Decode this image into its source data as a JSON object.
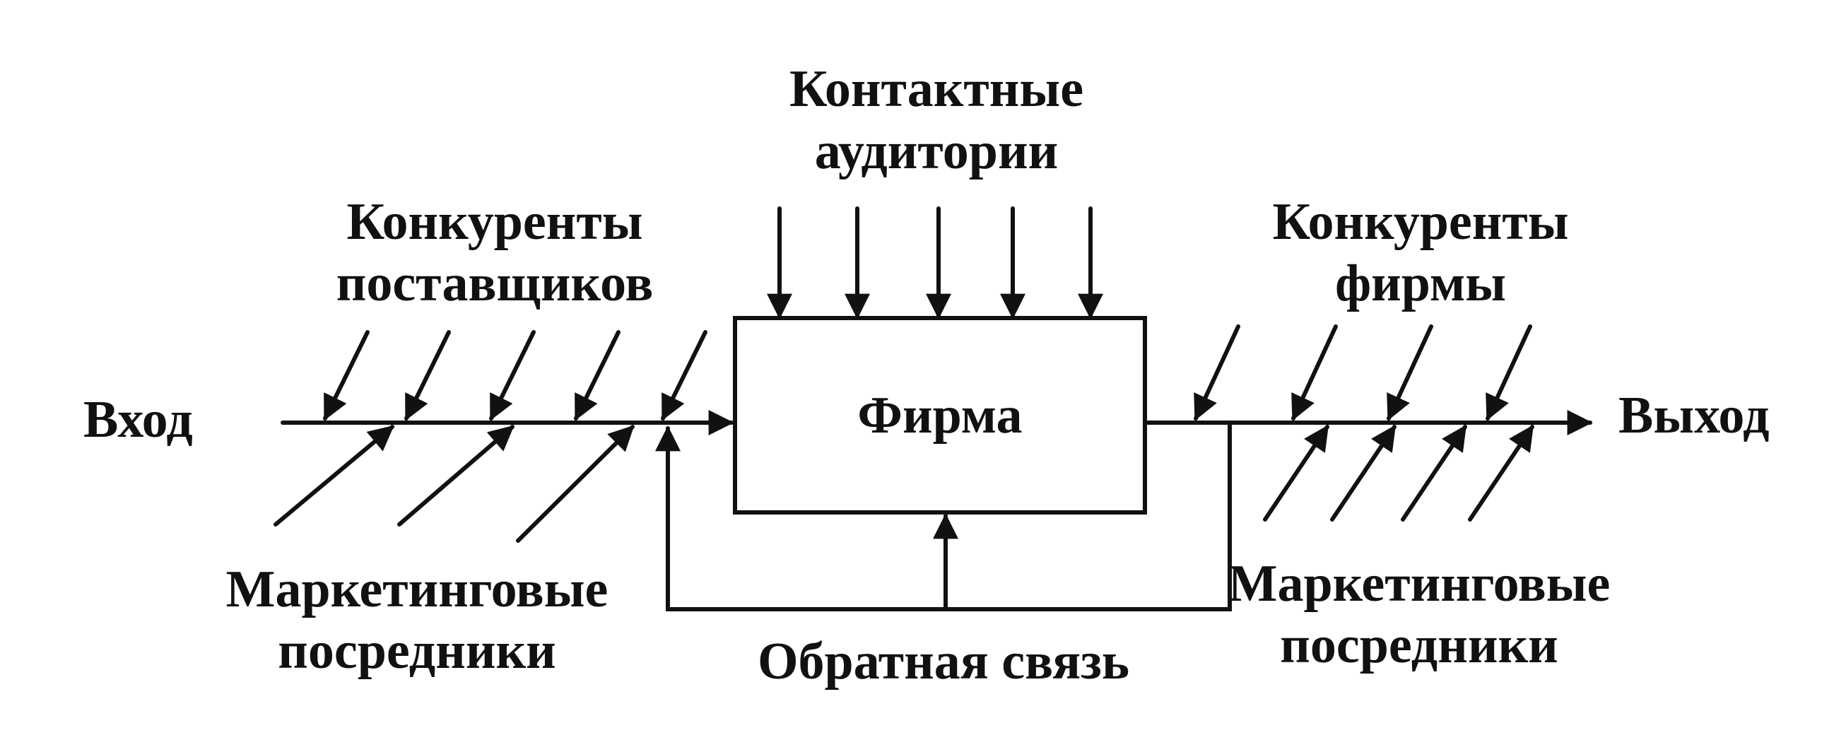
{
  "labels": {
    "input": "Вход",
    "output": "Выход",
    "firm": "Фирма",
    "contact_audiences_line1": "Контактные",
    "contact_audiences_line2": "аудитории",
    "supplier_competitors_line1": "Конкуренты",
    "supplier_competitors_line2": "поставщиков",
    "firm_competitors_line1": "Конкуренты",
    "firm_competitors_line2": "фирмы",
    "intermediaries_left_line1": "Маркетинговые",
    "intermediaries_left_line2": "посредники",
    "intermediaries_right_line1": "Маркетинговые",
    "intermediaries_right_line2": "посредники",
    "feedback": "Обратная связь"
  }
}
